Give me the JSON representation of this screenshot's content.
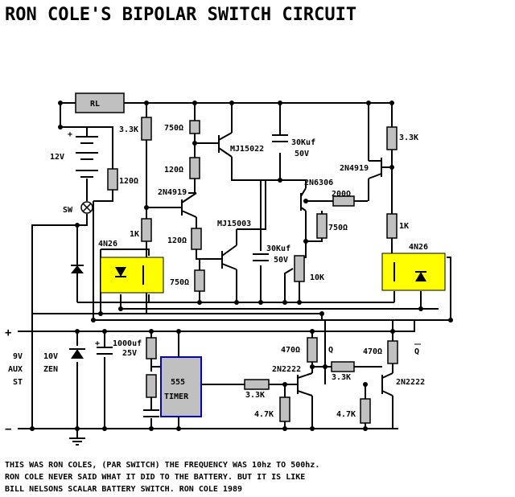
{
  "title": "RON COLE'S BIPOLAR SWITCH CIRCUIT",
  "labels": {
    "rl": "RL",
    "r_33k_left": "3.3K",
    "r_750_top": "750Ω",
    "r_120_top": "120Ω",
    "q_mj15022": "MJ15022",
    "c_30k_top": "30Kuf",
    "c_30k_top_v": "50V",
    "r_33k_right": "3.3K",
    "q_2n4919_right": "2N4919",
    "q_2n6306": "2N6306",
    "r_200": "200Ω",
    "battery_12v": "12V",
    "r_120_batt": "120Ω",
    "q_2n4919_left": "2N4919",
    "sw": "SW",
    "r_1k_left": "1K",
    "q_mj15003": "MJ15003",
    "r_120_mid": "120Ω",
    "c_30k_mid": "30Kuf",
    "c_30k_mid_v": "50V",
    "r_750_mid": "750Ω",
    "r_1k_right": "1K",
    "opto_left": "4N26",
    "opto_right": "4N26",
    "pot_10k": "10K",
    "r_750_bottom": "750Ω",
    "plus": "+",
    "minus": "−",
    "aux_9v": "9V",
    "aux_aux": "AUX",
    "aux_st": "ST",
    "zener_10v": "10V",
    "zener_zen": "ZEN",
    "c_1000uf": "1000uf",
    "c_1000uf_v": "25V",
    "timer_555": "555",
    "timer_label": "TIMER",
    "r_470_left": "470Ω",
    "q_label": "Q",
    "r_470_right": "470Ω",
    "qbar_label": "Q",
    "q_2n2222_left": "2N2222",
    "r_33k_mid": "3.3K",
    "r_33k_bottom": "3.3K",
    "q_2n2222_right": "2N2222",
    "r_47k_left": "4.7K",
    "r_47k_right": "4.7K",
    "batt_plus": "+",
    "cap_plus": "+"
  },
  "footer": [
    "THIS WAS RON COLES, (PAR SWITCH) THE FREQUENCY WAS 10hz TO 500hz.",
    "RON COLE NEVER SAID WHAT IT DID TO THE BATTERY. BUT IT IS LIKE",
    "BILL NELSONS SCALAR BATTERY SWITCH. RON COLE 1989"
  ],
  "colors": {
    "resistor_fill": "#c0c0c0",
    "opto_fill": "#ffff00",
    "timer_fill": "#c0c0c0",
    "timer_border": "#0000cc",
    "wire": "#000000"
  }
}
